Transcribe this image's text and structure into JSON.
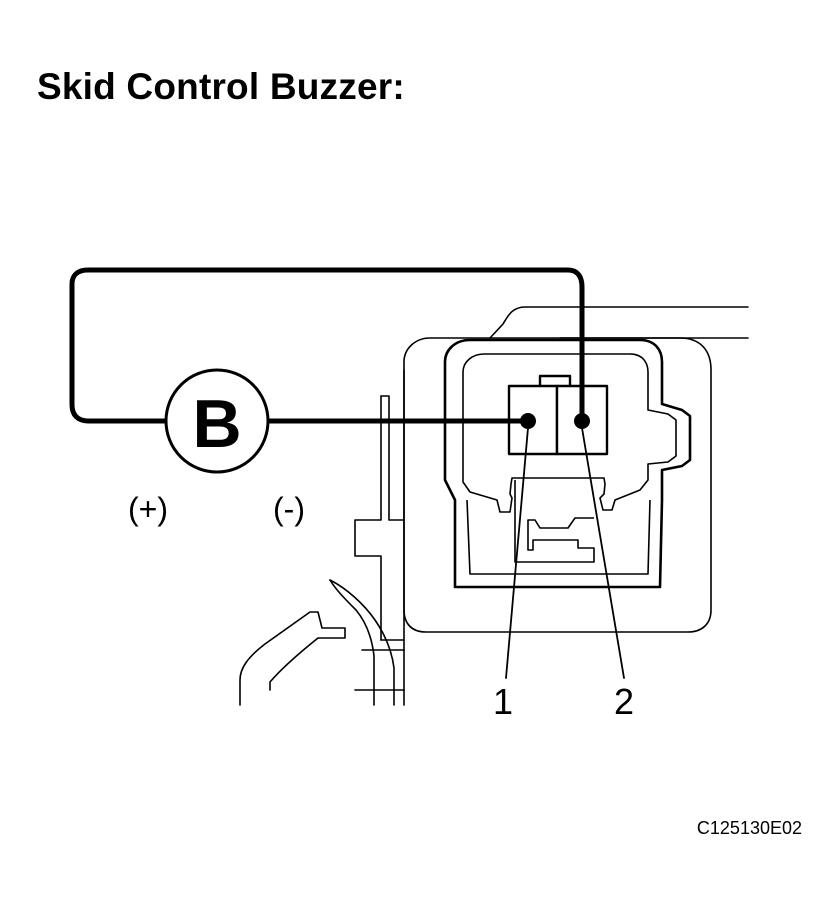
{
  "title": "Skid Control Buzzer:",
  "meter": {
    "symbol": "B",
    "positive_label": "(+)",
    "negative_label": "(-)"
  },
  "connector": {
    "terminals": [
      {
        "label": "1"
      },
      {
        "label": "2"
      }
    ]
  },
  "figure_id": "C125130E02",
  "colors": {
    "ink": "#000000",
    "background": "#ffffff"
  }
}
